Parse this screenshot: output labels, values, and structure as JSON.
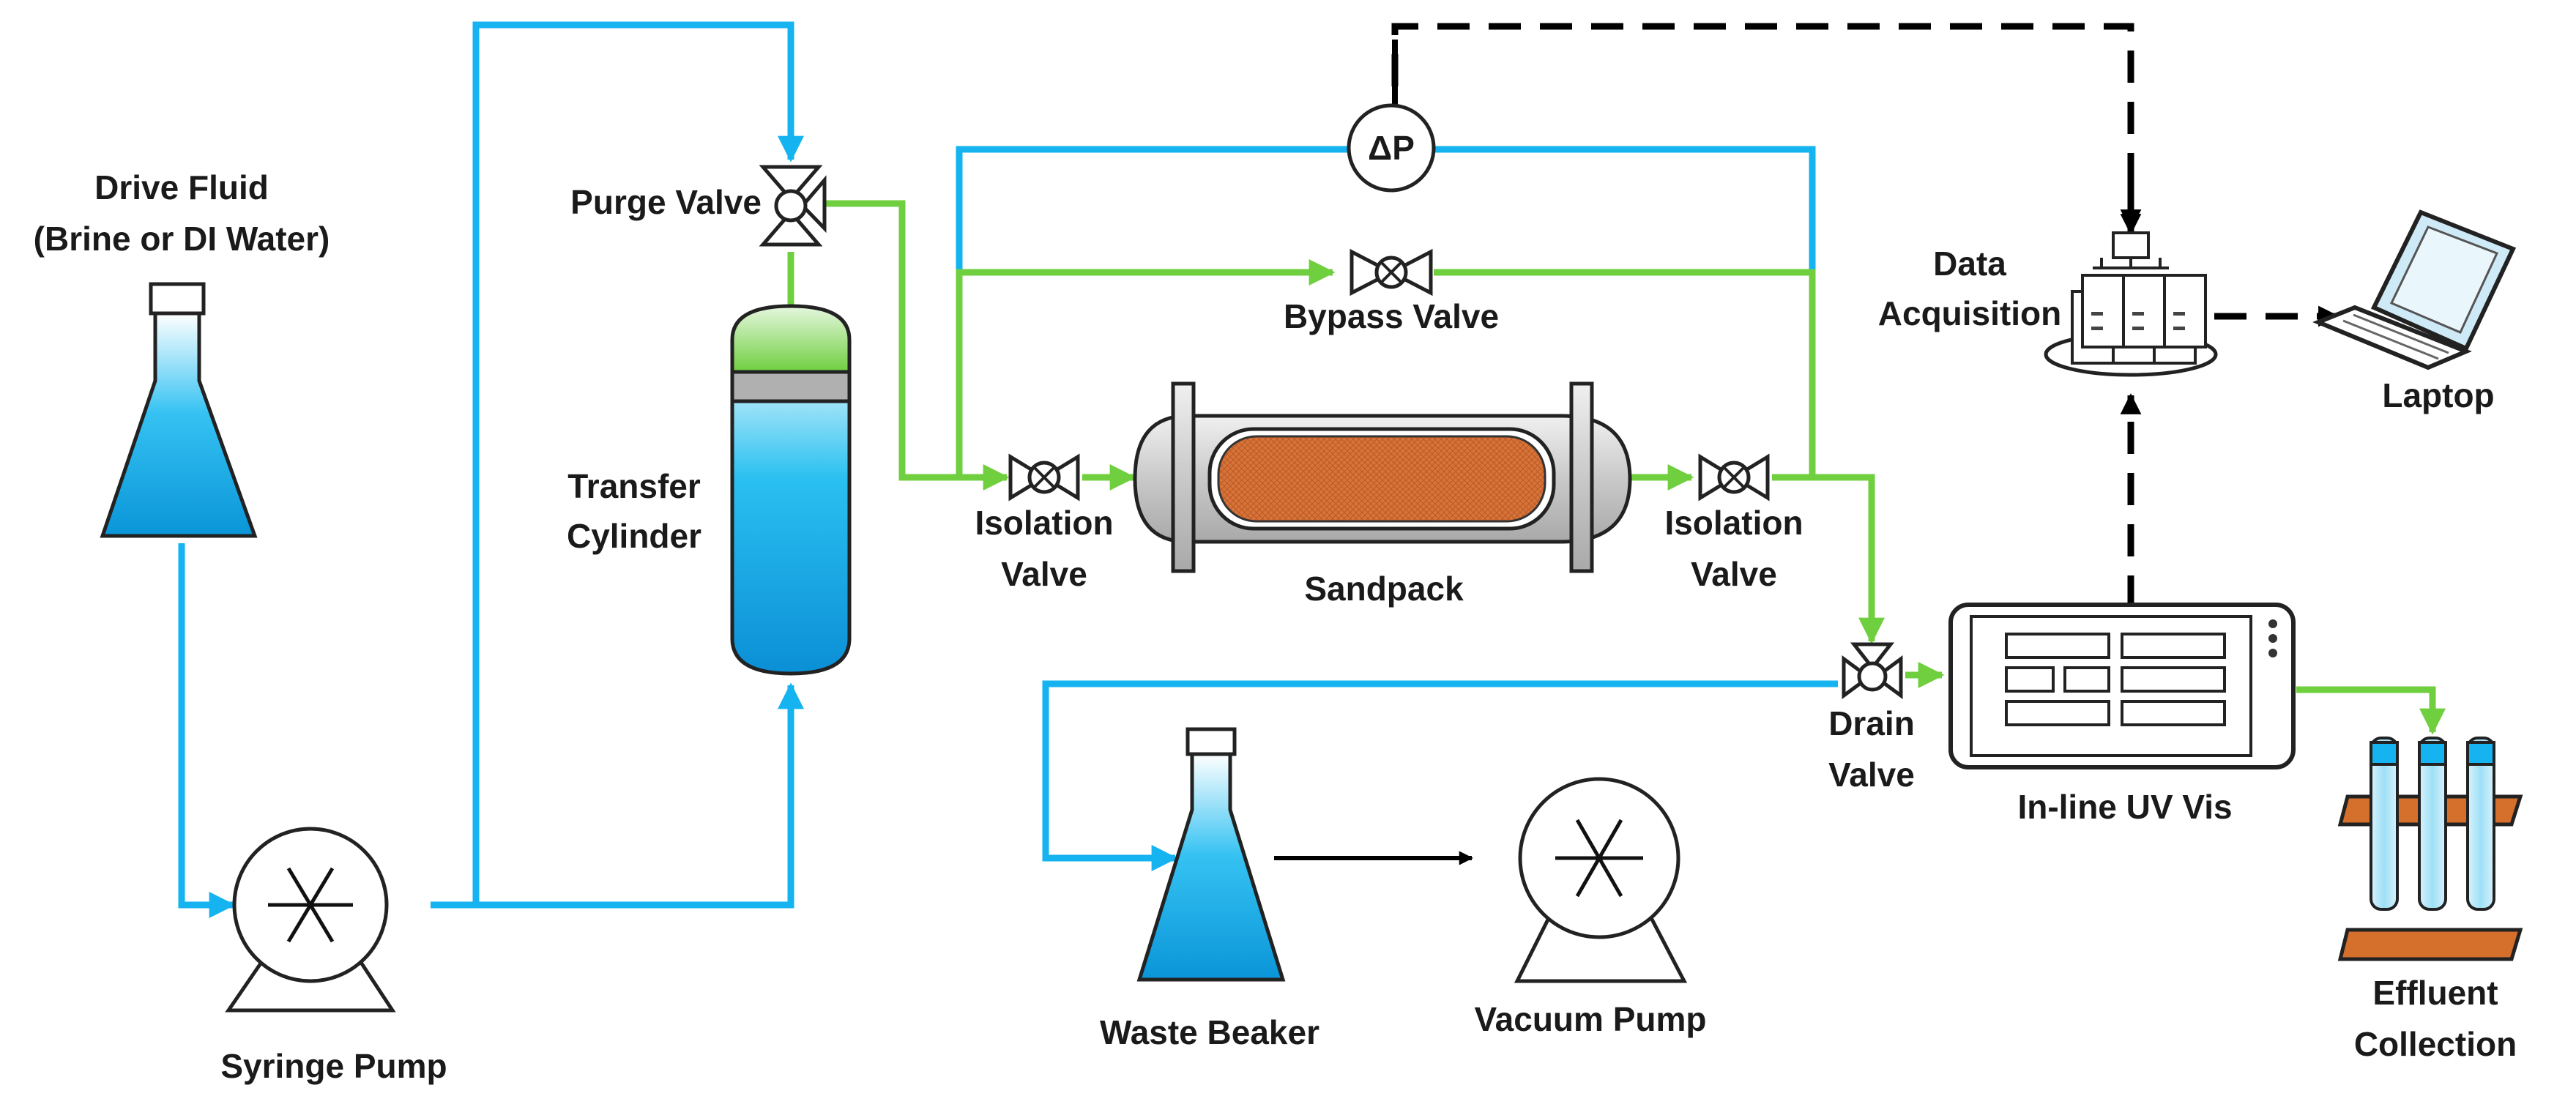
{
  "labels": {
    "drive_fluid_line1": "Drive Fluid",
    "drive_fluid_line2": "(Brine or DI Water)",
    "purge_valve": "Purge Valve",
    "transfer_cylinder_line1": "Transfer",
    "transfer_cylinder_line2": "Cylinder",
    "delta_p": "ΔP",
    "bypass_valve": "Bypass Valve",
    "data_acquisition_line1": "Data",
    "data_acquisition_line2": "Acquisition",
    "laptop": "Laptop",
    "isolation_valve_left_line1": "Isolation",
    "isolation_valve_left_line2": "Valve",
    "sandpack": "Sandpack",
    "isolation_valve_right_line1": "Isolation",
    "isolation_valve_right_line2": "Valve",
    "drain_valve_line1": "Drain",
    "drain_valve_line2": "Valve",
    "inline_uv_vis": "In-line UV Vis",
    "syringe_pump": "Syringe Pump",
    "waste_beaker": "Waste Beaker",
    "vacuum_pump": "Vacuum Pump",
    "effluent_line1": "Effluent",
    "effluent_line2": "Collection"
  },
  "colors": {
    "water_line": "#15b3f0",
    "oil_line": "#6fcf3f",
    "signal_line": "#000000",
    "sand": "#d9733a",
    "rack": "#d46f2c"
  },
  "icons": [
    "flask-icon",
    "pump-icon",
    "valve-icon",
    "three-way-valve-icon",
    "cylinder-icon",
    "sandpack-icon",
    "pressure-gauge-icon",
    "server-icon",
    "laptop-icon",
    "uv-vis-icon",
    "test-tube-rack-icon"
  ]
}
